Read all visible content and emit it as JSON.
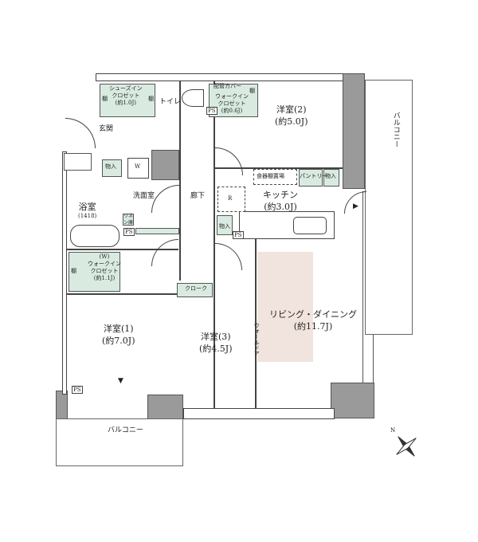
{
  "rooms": {
    "shoes_closet": {
      "name": "シューズイン",
      "name2": "クロゼット",
      "size": "(約1.0J)",
      "shelf": "棚"
    },
    "toilet": "トイレ",
    "pipe_cover": "配管カバー",
    "wic_small": {
      "shelf": "棚",
      "name": "ウォークイン",
      "name2": "クロゼット",
      "size": "(約0.6J)"
    },
    "western2": {
      "name": "洋室(2)",
      "size": "(約5.0J)"
    },
    "balcony_right": "バルコニー",
    "entrance": "玄関",
    "storage": "物入",
    "washer": "W",
    "bath": {
      "name": "浴室",
      "size": "(1418)"
    },
    "washroom": "洗面室",
    "linen": "リネン庫",
    "hallway": "廊下",
    "kitchen": {
      "name": "キッチン",
      "size": "(約3.0J)",
      "dish_shelf": "食器棚置場",
      "pantry": "パントリー",
      "storage": "物入",
      "fridge": "R"
    },
    "wic_large": {
      "w": "(W)",
      "name": "ウォークイン",
      "name2": "クロゼット",
      "size": "(約1.1J)",
      "shelf": "棚"
    },
    "western1": {
      "name": "洋室(1)",
      "size": "(約7.0J)"
    },
    "cloak": "クローク",
    "western3": {
      "name": "洋室(3)",
      "size": "(約4.5J)"
    },
    "wall_door": "ウォールドア",
    "living": {
      "name": "リビング・ダイニング",
      "size": "(約11.7J)"
    },
    "balcony_bottom": "バルコニー"
  },
  "ps": "PS",
  "compass": "N",
  "colors": {
    "closet": "#d9ebe0",
    "wall": "#9a9a9a",
    "living": "#f1e3de"
  }
}
